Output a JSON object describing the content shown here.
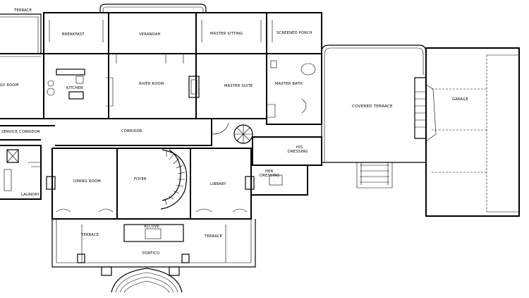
{
  "rooms": {
    "terrace_top": "TERRACE",
    "breakfast": "BREAKFAST",
    "veranda": "VERANDAH",
    "master_sitting": "MASTER SITTING",
    "screened_porch": "SCREENED PORCH",
    "family_room": "ILY ROOM",
    "kitchen": "KITCHEN",
    "river_room": "RIVER ROOM",
    "master_suite": "MASTER SUITE",
    "master_bath": "MASTER BATH",
    "covered_terrace": "COVERED TERRACE",
    "garage": "GARAGE",
    "service_corridor": "SERVICE CORRIDOR",
    "corridor": "CORRIDOR",
    "his_dressing_1": "HIS",
    "his_dressing_2": "DRESSING",
    "her_dressing_1": "HER",
    "her_dressing_2": "DRESSING",
    "dining_room": "DINING ROOM",
    "foyer": "FOYER",
    "library": "LIBRARY",
    "laundry": "LAUNDRY",
    "alcove": "ALCOVE",
    "terrace_left": "TERRACE",
    "terrace_right": "TERRACE",
    "portico": "PORTICO"
  }
}
